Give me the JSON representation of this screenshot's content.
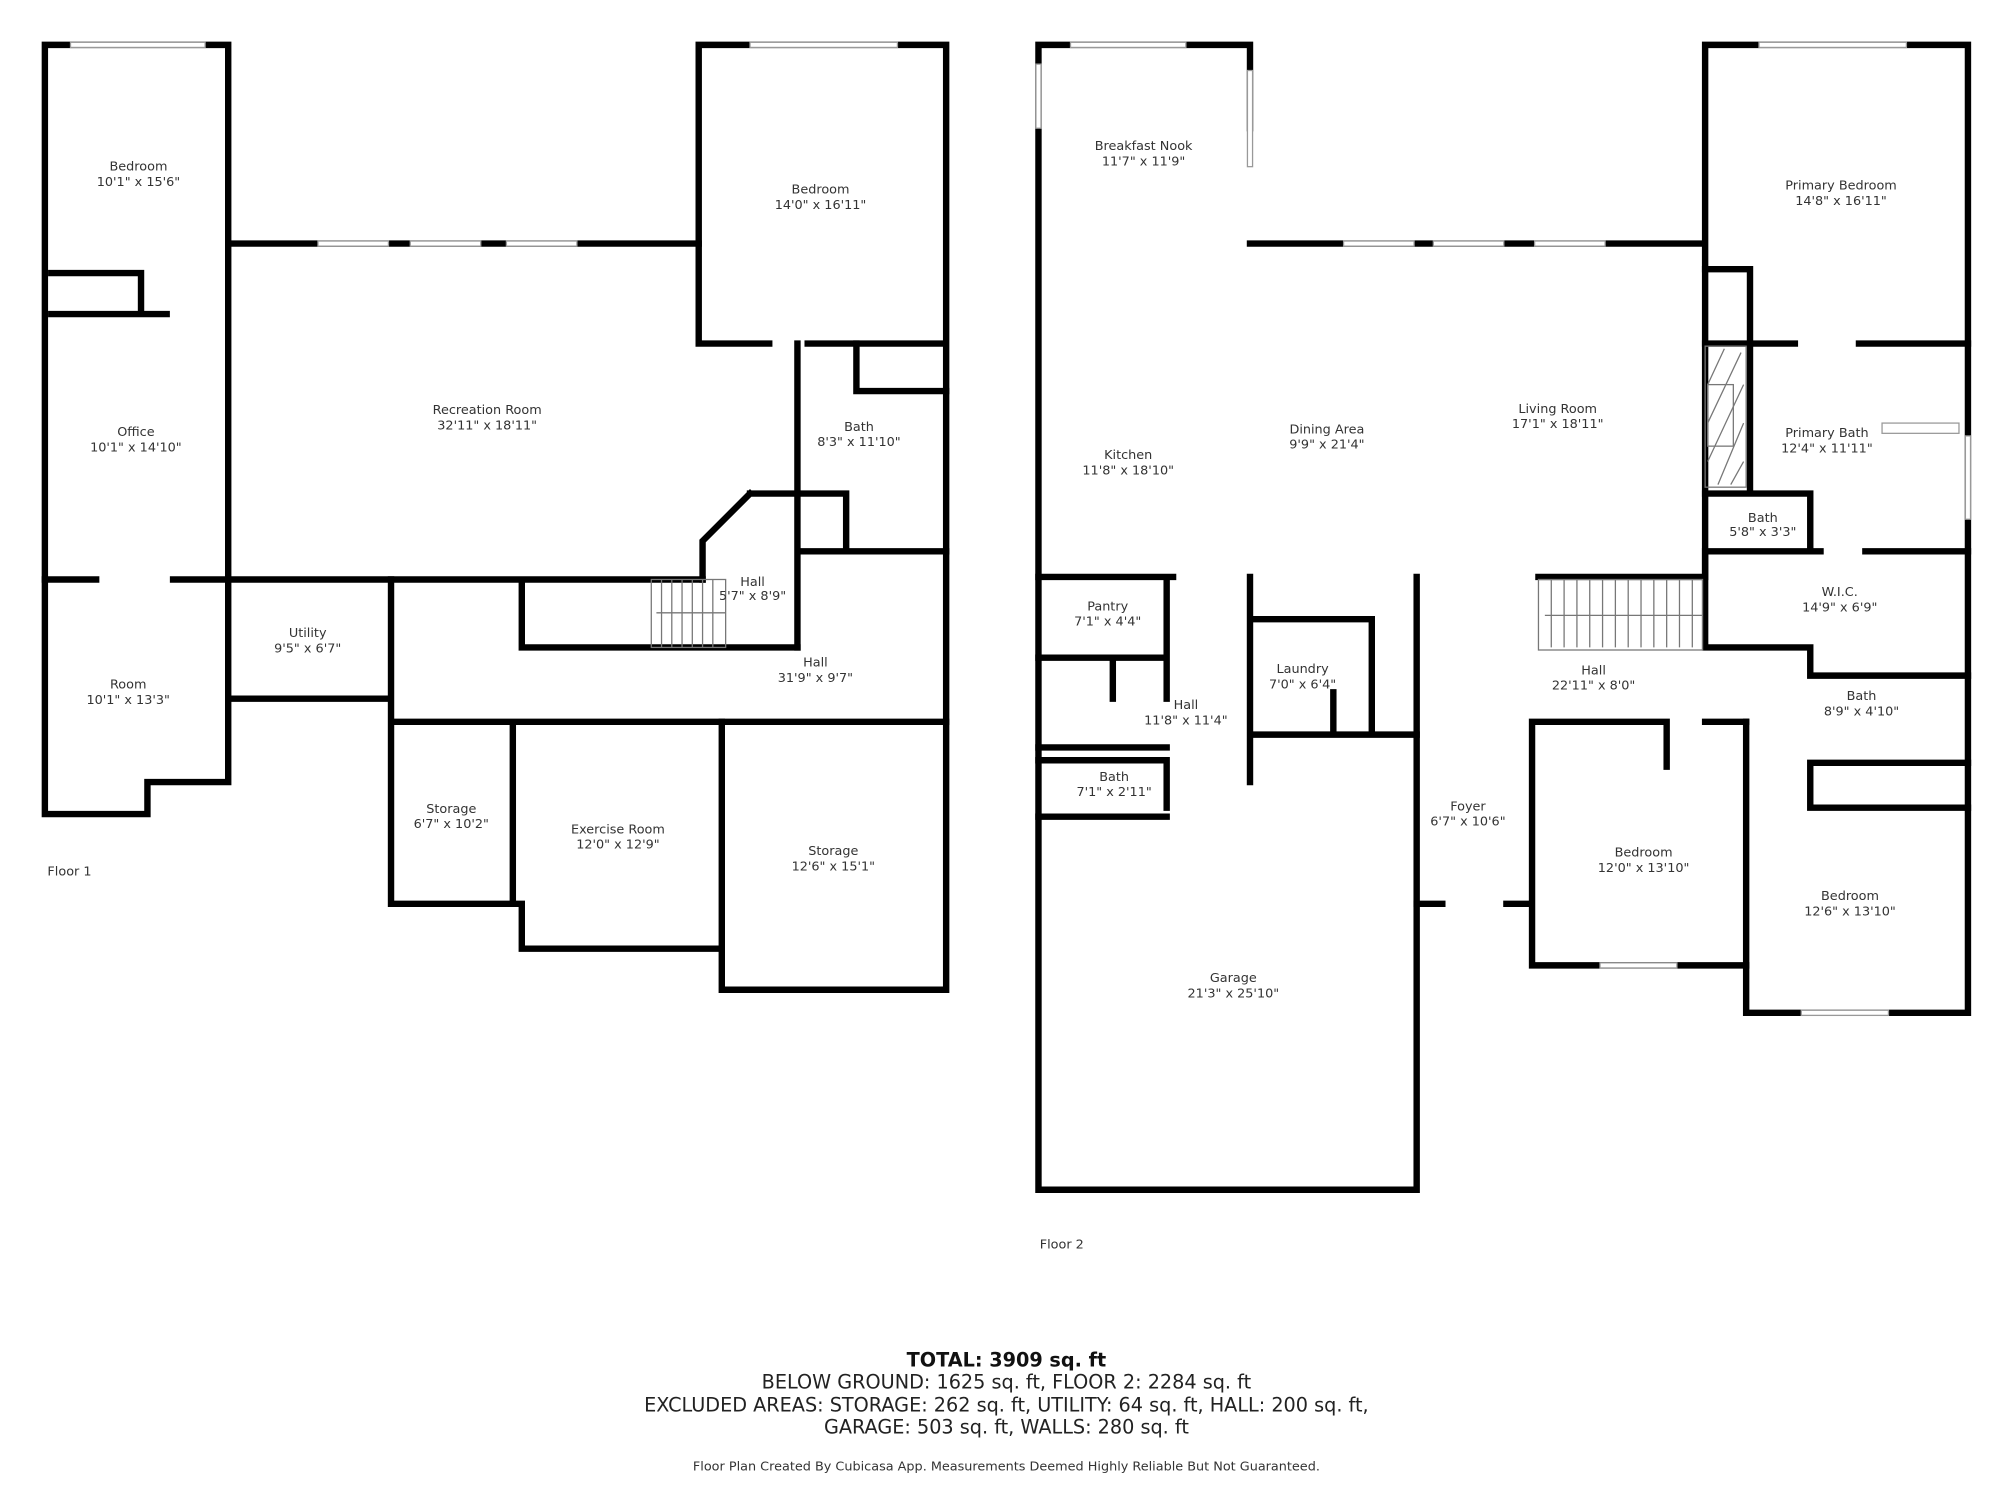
{
  "floor1": {
    "label": "Floor 1",
    "rooms": [
      {
        "name": "Bedroom",
        "dims": "10'1\" x 15'6\""
      },
      {
        "name": "Bedroom",
        "dims": "14'0\" x 16'11\""
      },
      {
        "name": "Recreation Room",
        "dims": "32'11\" x 18'11\""
      },
      {
        "name": "Office",
        "dims": "10'1\" x 14'10\""
      },
      {
        "name": "Bath",
        "dims": "8'3\" x 11'10\""
      },
      {
        "name": "Hall",
        "dims": "5'7\" x 8'9\""
      },
      {
        "name": "Utility",
        "dims": "9'5\" x 6'7\""
      },
      {
        "name": "Hall",
        "dims": "31'9\" x 9'7\""
      },
      {
        "name": "Room",
        "dims": "10'1\" x 13'3\""
      },
      {
        "name": "Storage",
        "dims": "6'7\" x 10'2\""
      },
      {
        "name": "Exercise Room",
        "dims": "12'0\" x 12'9\""
      },
      {
        "name": "Storage",
        "dims": "12'6\" x 15'1\""
      }
    ]
  },
  "floor2": {
    "label": "Floor 2",
    "rooms": [
      {
        "name": "Breakfast Nook",
        "dims": "11'7\" x 11'9\""
      },
      {
        "name": "Primary Bedroom",
        "dims": "14'8\" x 16'11\""
      },
      {
        "name": "Kitchen",
        "dims": "11'8\" x 18'10\""
      },
      {
        "name": "Dining Area",
        "dims": "9'9\" x 21'4\""
      },
      {
        "name": "Living Room",
        "dims": "17'1\" x 18'11\""
      },
      {
        "name": "Primary Bath",
        "dims": "12'4\" x 11'11\""
      },
      {
        "name": "Bath",
        "dims": "5'8\" x 3'3\""
      },
      {
        "name": "W.I.C.",
        "dims": "14'9\" x 6'9\""
      },
      {
        "name": "Pantry",
        "dims": "7'1\" x 4'4\""
      },
      {
        "name": "Laundry",
        "dims": "7'0\" x 6'4\""
      },
      {
        "name": "Hall",
        "dims": "22'11\" x 8'0\""
      },
      {
        "name": "Hall",
        "dims": "11'8\" x 11'4\""
      },
      {
        "name": "Bath",
        "dims": "8'9\" x 4'10\""
      },
      {
        "name": "Bath",
        "dims": "7'1\" x 2'11\""
      },
      {
        "name": "Foyer",
        "dims": "6'7\" x 10'6\""
      },
      {
        "name": "Bedroom",
        "dims": "12'0\" x 13'10\""
      },
      {
        "name": "Bedroom",
        "dims": "12'6\" x 13'10\""
      },
      {
        "name": "Garage",
        "dims": "21'3\" x 25'10\""
      }
    ]
  },
  "summary": {
    "total": "TOTAL: 3909 sq. ft",
    "line1": "BELOW GROUND: 1625 sq. ft, FLOOR 2: 2284 sq. ft",
    "line2": "EXCLUDED AREAS: STORAGE: 262 sq. ft, UTILITY: 64 sq. ft, HALL: 200 sq. ft,",
    "line3": "GARAGE: 503 sq. ft, WALLS: 280 sq. ft",
    "footer": "Floor Plan Created By Cubicasa App. Measurements Deemed Highly Reliable But Not Guaranteed."
  }
}
